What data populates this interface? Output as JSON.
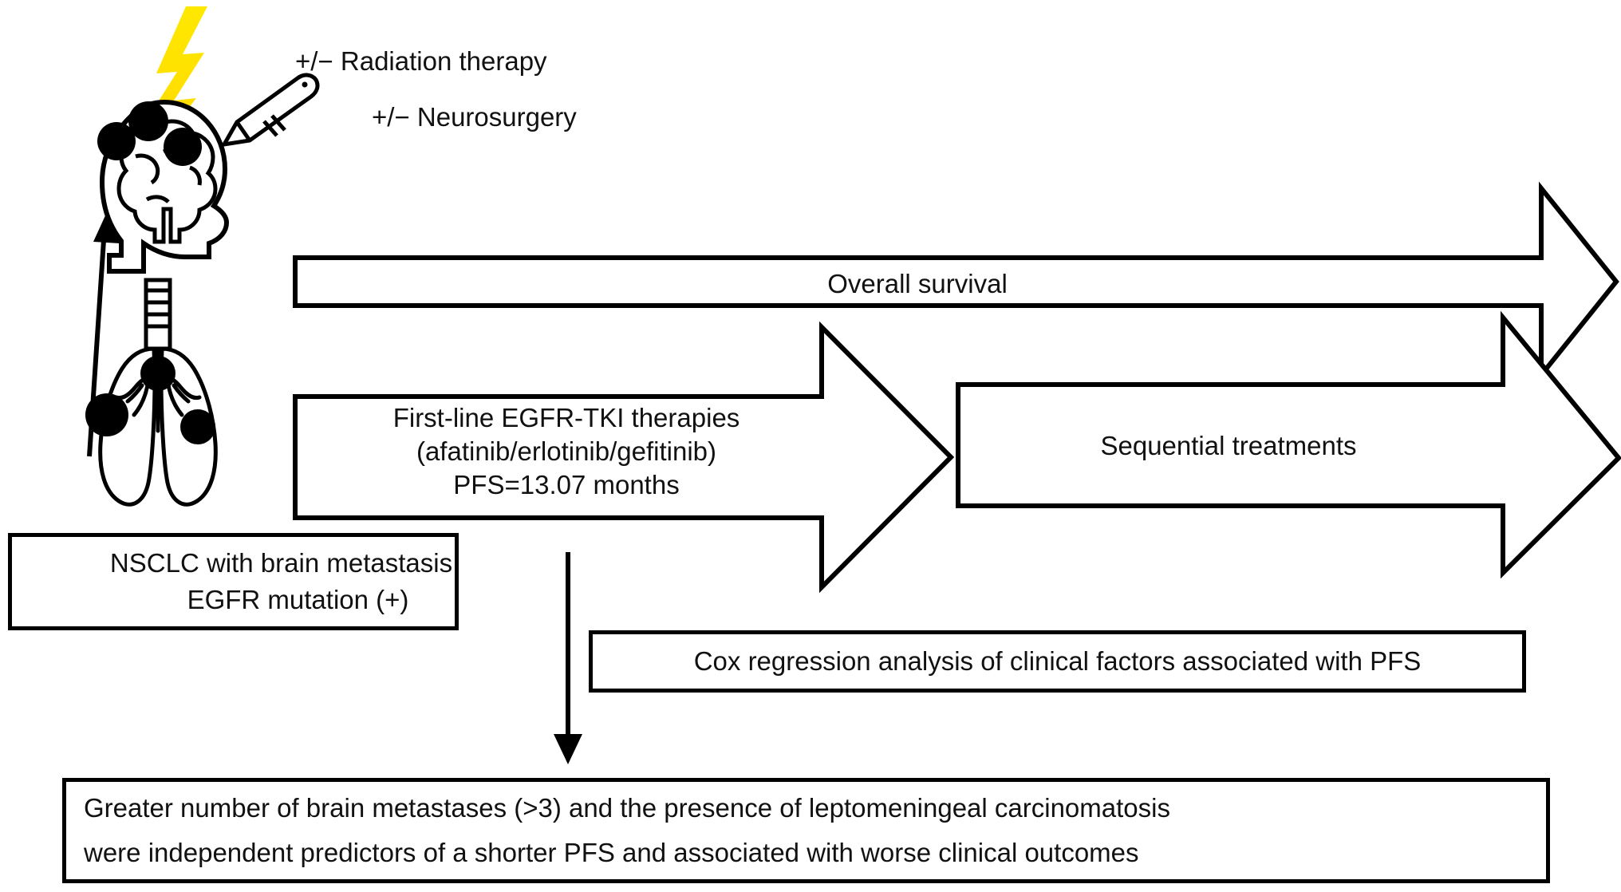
{
  "figure": {
    "type": "study-flow-diagram",
    "background_color": "#ffffff",
    "line_color": "#000000",
    "accent_color": "#FFE000"
  },
  "annotations": {
    "radiation_therapy": "+/− Radiation therapy",
    "neurosurgery": "+/− Neurosurgery"
  },
  "icons": {
    "lightning": "lightning-bolt-icon",
    "head": "head-with-brain-metastases-icon",
    "scalpel": "scalpel-icon",
    "lungs": "lungs-with-tumors-icon",
    "dna": "dna-helix-icon",
    "cross": "black-cross-icon"
  },
  "population_box": {
    "line1": "NSCLC with brain metastasis",
    "line2": "EGFR mutation (+)"
  },
  "arrows": {
    "overall_survival": {
      "label": "Overall survival"
    },
    "first_line": {
      "line1": "First-line EGFR-TKI therapies",
      "line2": "(afatinib/erlotinib/gefitinib)",
      "line3": "PFS=13.07 months"
    },
    "sequential": {
      "label": "Sequential treatments"
    }
  },
  "analysis_box": {
    "label": "Cox regression analysis of clinical factors associated with PFS"
  },
  "conclusion_box": {
    "line1": "Greater number of brain metastases (>3) and the presence of leptomeningeal carcinomatosis",
    "line2": "were independent predictors of a shorter PFS and associated with worse clinical outcomes"
  }
}
